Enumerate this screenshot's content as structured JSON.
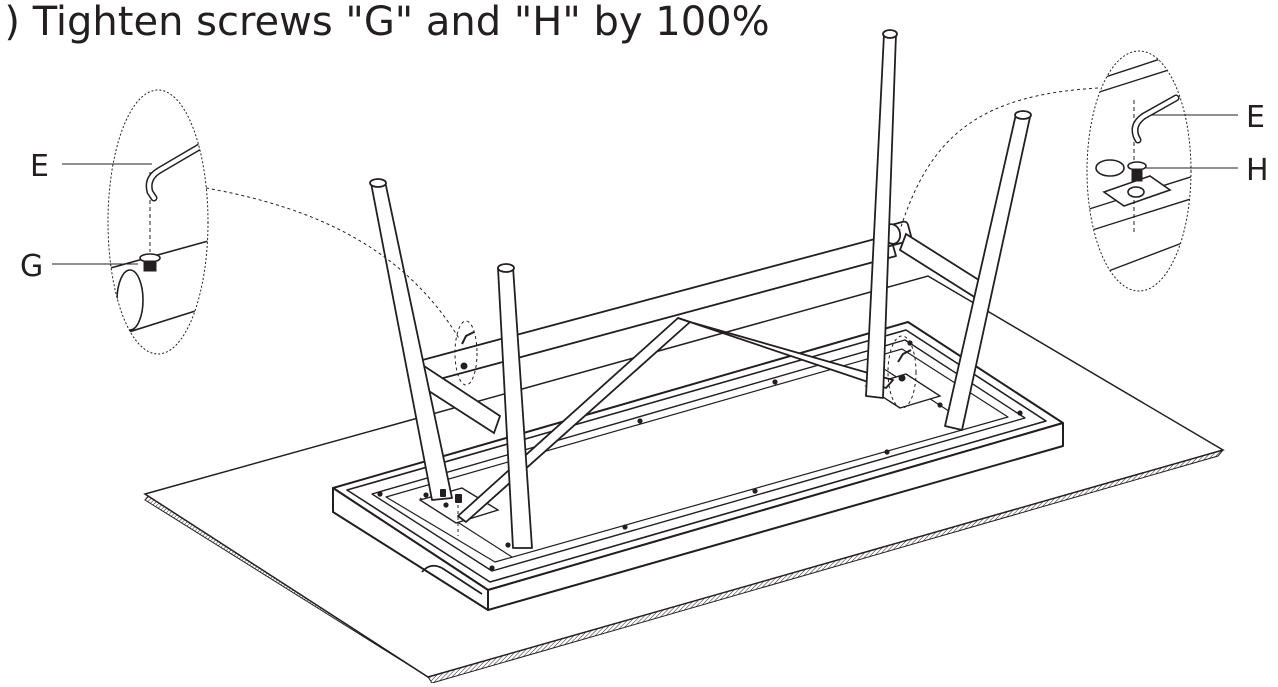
{
  "title": {
    "step_marker": ")",
    "text": "Tighten screws \"G\" and \"H\" by 100%"
  },
  "callouts": {
    "left": {
      "wrench": "E",
      "screw": "G"
    },
    "right": {
      "wrench": "E",
      "screw": "H"
    }
  },
  "colors": {
    "ink": "#231f20",
    "background": "#ffffff"
  }
}
